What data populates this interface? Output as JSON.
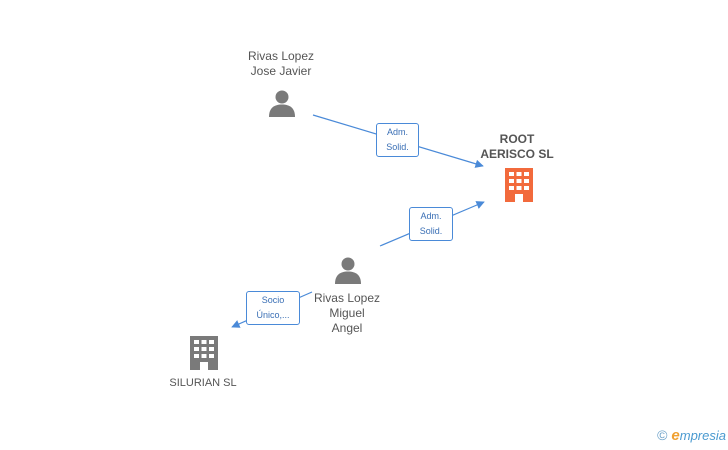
{
  "nodes": {
    "rivas_lopez_jose_javier": {
      "line1": "Rivas Lopez",
      "line2": "Jose Javier"
    },
    "root_aerisco": {
      "line1": "ROOT",
      "line2": "AERISCO SL"
    },
    "rivas_lopez_miguel_angel": {
      "line1": "Rivas Lopez",
      "line2": "Miguel",
      "line3": "Angel"
    },
    "silurian": {
      "line1": "SILURIAN SL"
    }
  },
  "edges": {
    "jose_to_root": {
      "line1": "Adm.",
      "line2": "Solid."
    },
    "miguel_to_root": {
      "line1": "Adm.",
      "line2": "Solid."
    },
    "miguel_to_silurian": {
      "line1": "Socio",
      "line2": "Único,..."
    }
  },
  "footer": {
    "copyright": "©",
    "brand_e": "e",
    "brand_rest": "mpresia"
  },
  "colors": {
    "person": "#7a7a7a",
    "company_main": "#f26a3c",
    "company": "#7a7a7a",
    "edge": "#4a8ad8"
  }
}
